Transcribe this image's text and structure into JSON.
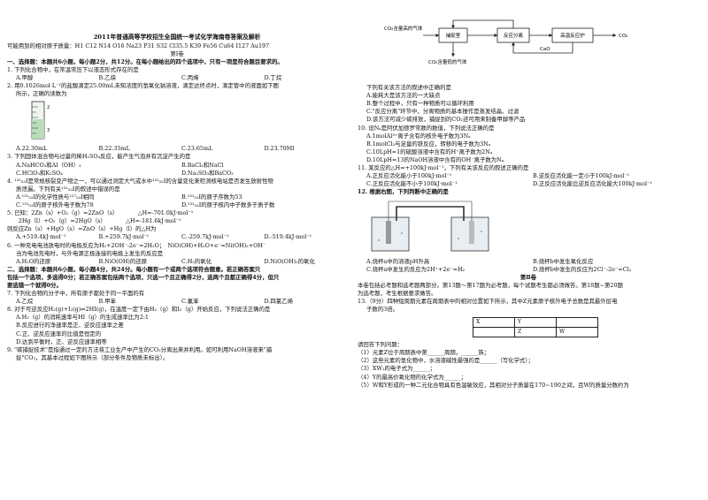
{
  "left": {
    "title": "2011年普通高等学校招生全国统一考试化学海南卷答案及解析",
    "masses": "可能用到的相对原子质量：H1 C12 N14 O16 Na23 P31 S32 Cl35.5  K39 Fe56 Cu64  I127 Au197",
    "vol1": "第Ⅰ卷",
    "sec1": "一、选择题：本题共6小题，每小题2分，共12分。在每小题给出的四个选项中，只有一项是符合题目要求的。",
    "q1": "1. 下列化合物中，在常温常压下以液态形式存在的是",
    "q1_opts": [
      "A.甲醇",
      "B.乙炔",
      "C.丙烯",
      "D.丁烷"
    ],
    "q2a": "2. 用0.1026mol·L⁻¹的盐酸滴定25.00mL未知浓度的氢氧化钠溶液，滴定达终点时，滴定管中的液面如下图",
    "q2b": "所示，正确的读数为",
    "q2_opts": [
      "A.22.30mL",
      "B.22.35mL",
      "C.23.65mL",
      "D.23.70Ml"
    ],
    "q3": "3. 下列固体混合物与过量的稀H₂SO₄反应，能产生气泡并有沉淀产生的是",
    "q3_opts": [
      "A.NaHCO₃和Al（OH）₃",
      "B.BaCl₂和NaCl",
      "C.HClO₃和K₂SO₄",
      "D.Na₂SO₃和BaCO₃"
    ],
    "q4a": "4. ¹³¹₅₃I是常规核裂变产物之一，可以通过测定大气或水中¹³¹₅₃I的含量变化来检测核电站是否发生放射性物",
    "q4b": "质泄漏。下列有关¹³¹₅₃I的叙述中错误的是",
    "q4_opts": [
      "A.¹³¹₅₃I的化学性质与¹²⁷₅₃I相同",
      "B.¹³¹₅₃I的原子序数为53",
      "C.¹³¹₅₃I的原子核外电子数为78",
      "D.¹³¹₅₃I的原子核内中子数多于质子数"
    ],
    "q5a": "5. 已知：2Zn（s）+O₂（g）=2ZnO（s）　　　　△H=-701.0kJ·mol⁻¹",
    "q5b": "　　2Hg（l）+O₂（g）=2HgO（s）　　　　△H=-181.6kJ·mol⁻¹",
    "q5c": "则反应Zn（s）+HgO（s）=ZnO（s）+Hg（l）的△H为",
    "q5_opts": [
      "A.+519.4kJ·mol⁻¹",
      "B.+259.7kJ·mol⁻¹",
      "C.-259.7kJ·mol⁻¹",
      "D.-519.4kJ·mol⁻¹"
    ],
    "q6a": "6. 一种充电电池放电时的电极反应为H₂+2OH⁻-2e⁻=2H₂O；　NiO(OH)+H₂O+e⁻=Ni(OH)₂+OH⁻",
    "q6b": "当为电池充电时，与外电源正极连接的电极上发生的反应是",
    "q6_opts": [
      "A.H₂O的还原",
      "B.NiO(OH)的还原",
      "C.H₂的氧化",
      "D.NiO(OH)₂的氧化"
    ],
    "sec2a": "二、选择题：本题共6小题，每小题4分，共24分。每小题有一个或两个选项符合题意。若正确答案只",
    "sec2b": "包括一个选项，多选得0分；若正确答案包括两个选项，只选一个且正确得2分，选两个且都正确得4分，但只",
    "sec2c": "要选错一个就得0分。",
    "q7": "7. 下列化合物的分子中，所有原子都处于同一平面的有",
    "q7_opts": [
      "A.乙烷",
      "B.甲苯",
      "C.氟苯",
      "D.四氯乙烯"
    ],
    "q8a": "8. 对于可逆反应H₂(g)+I₂(g)⇌2HI(g)，在温度一定下由H₂（g）和I₂（g）开始反应，下列说法正确的是",
    "q8_opts": [
      "A.H₂（g）的消耗速率与HI（g）的生成速率比为2:1",
      "B.反应进行的净速率是正、逆反应速率之差",
      "C.正、逆反应速率的比值是恒定的",
      "D.达到平衡时，正、逆反应速率相等"
    ],
    "q9a": "9. \"碳捕捉技术\"是指通过一定的方法将工业生产中产生的CO₂分离出来并利用。如可利用NaOH溶液来\"捕",
    "q9b": "捉\"CO₂，其基本过程如下图所示（部分条件及物质未标出）。"
  },
  "right": {
    "diagram": {
      "input": "CO₂含量高的气体",
      "capture": "捕捉室",
      "separation": "反应分离",
      "furnace": "高温反应炉",
      "output": "CO₂",
      "low": "CO₂含量低的气体",
      "cao": "CaO"
    },
    "q9c": "下列有关该方法的叙述中正确的是",
    "q9_opts": [
      "A.能耗大是该方法的一大缺点",
      "B.整个过程中，只有一种物质可以循环利用",
      "C.\"反应分离\"环节中，分离物质的基本操作是蒸发结晶、过滤",
      "D.该方法可减少碳排放，捕捉到的CO₂还可用来制备甲醇等产品"
    ],
    "q10": "10. 设Nₐ是阿伏加德罗常数的数值，下列说法正确的是",
    "q10_opts": [
      "A.1molAl³⁺离子含有的核外电子数为3Nₐ",
      "B.1molCl₂与足量的铁反应，转移的电子数为3Nₐ",
      "C.10LpH=1的硫酸溶液中含有的H⁺离子数为2Nₐ",
      "D.10LpH=13的NaOH溶液中含有的OH⁻离子数为Nₐ"
    ],
    "q11": "11. 某反应的△H=+100kJ·mol⁻¹，下列有关该反应的叙述正确的是",
    "q11_opts": [
      "A.正反应活化能小于100kJ·mol⁻¹",
      "B.逆反应活化能一定小于100kJ·mol⁻¹",
      "C.正反应活化能不小于100kJ·mol⁻¹",
      "D.正反应活化能比逆反应活化能大100kJ·mol⁻¹"
    ],
    "q12": "12. 根据右图，下列判断中正确的是",
    "q12_opts": [
      "A.烧杯a中的溶液pH升高",
      "B.烧杯b中发生氧化反应",
      "C.烧杯a中发生的反应为2H⁺+2e⁻=H₂",
      "D.烧杯b中发生的反应为2Cl⁻-2e⁻=Cl₂"
    ],
    "vol2": "第Ⅱ卷",
    "intro1": "本卷包括必考题和选考题两部分。第13题～第17题为必考题，每个试题考生都必须做答。第18题~第20题",
    "intro2": "为选考题，考生根据要求做答。",
    "q13a": "13.（9分）四种短周期元素在周期表中的相对位置如下所示，其中Z元素原子核外电子总数是其最外层电",
    "q13b": "子数的3倍。",
    "table": [
      "X",
      "Y",
      "",
      "",
      "Z",
      "W"
    ],
    "q13c": "请回答下列问题：",
    "q13_1": "（1）元素Z位于周期表中第______周期，______族；",
    "q13_2": "（2）这些元素的氢化物中，水溶液碱性最强的是______（写化学式）；",
    "q13_3": "（3）XW₂的电子式为______；",
    "q13_4": "（4）Y的最高价氧化物的化学式为______；",
    "q13_5": "（5）W和Y形成的一种二元化合物具有色温敏效应，其相对分子质量在170~190之间，且W的质量分数约为"
  }
}
